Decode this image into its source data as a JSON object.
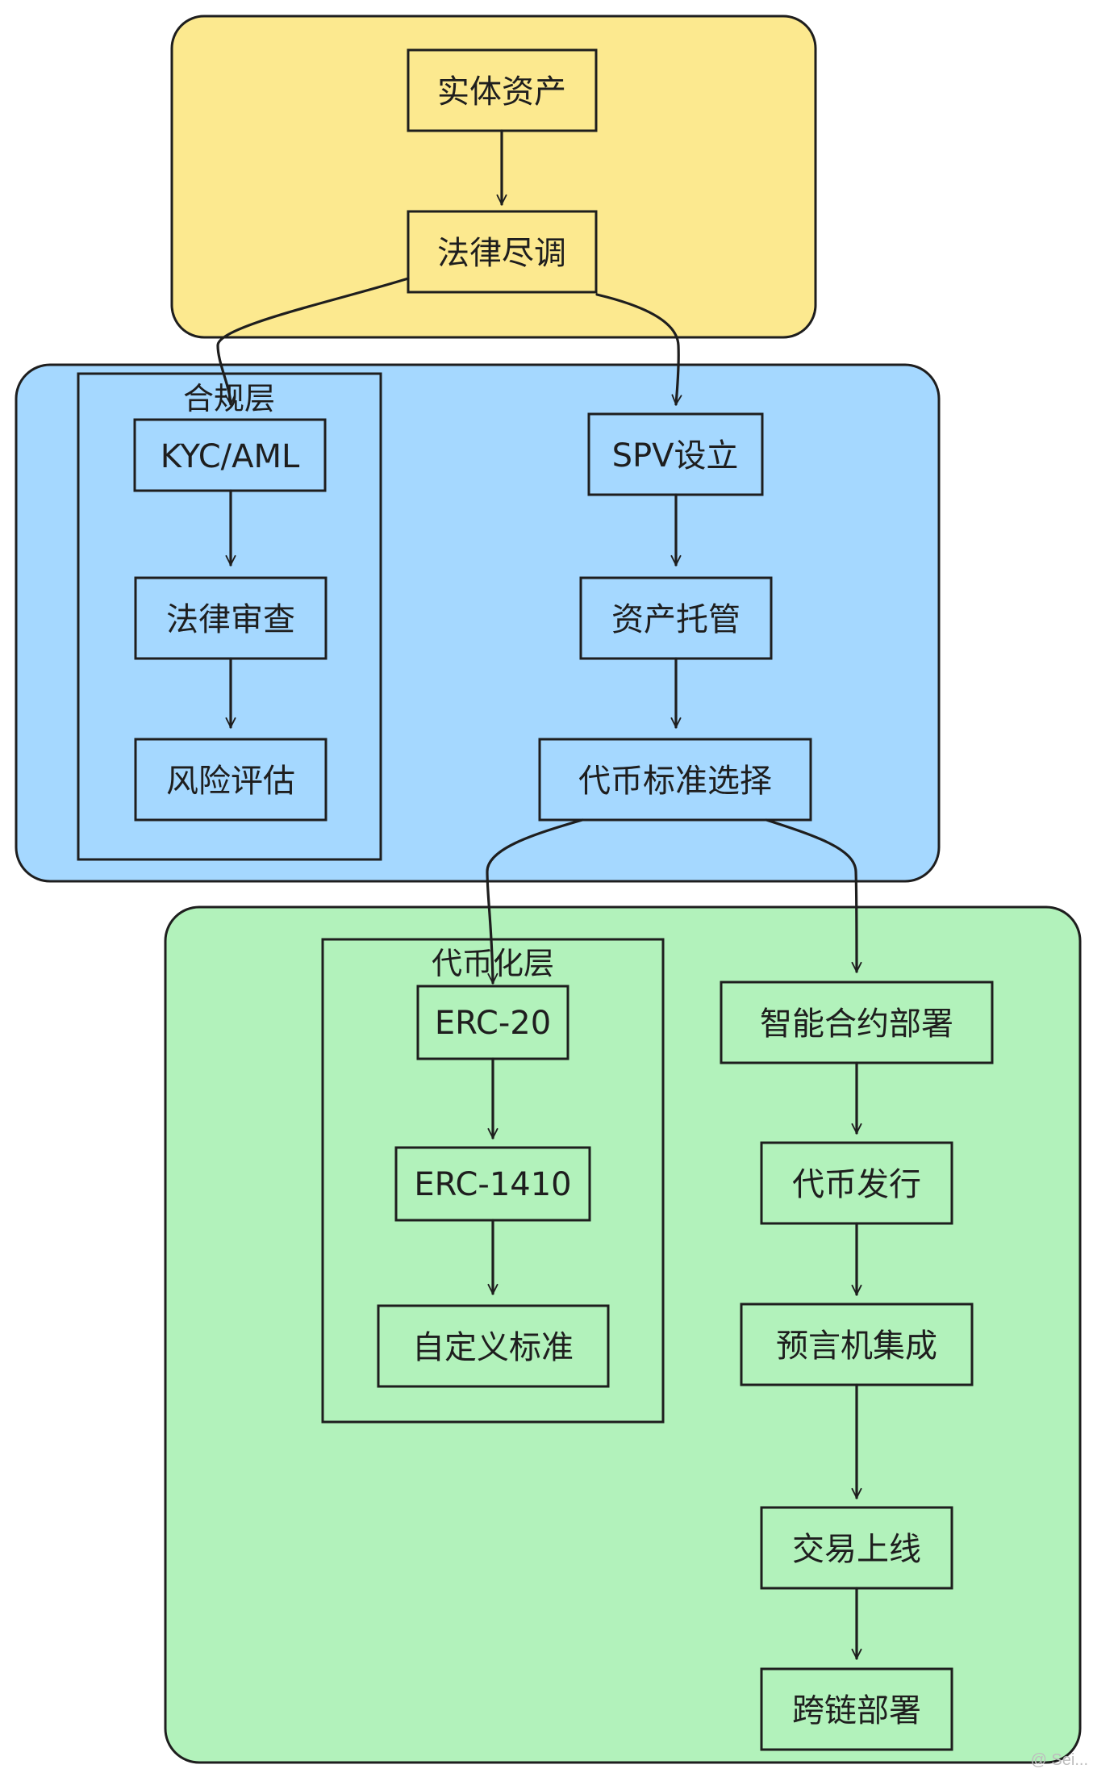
{
  "colors": {
    "asset_group": "#fce98f",
    "compliance_group": "#a5d8ff",
    "token_group": "#b2f2bb",
    "stroke": "#1e1e1e"
  },
  "subgraphs": {
    "compliance": {
      "label": "合规层"
    },
    "tokenization": {
      "label": "代币化层"
    }
  },
  "nodes": {
    "asset": "实体资产",
    "legal_dd": "法律尽调",
    "kyc": "KYC/AML",
    "legal_review": "法律审查",
    "risk": "风险评估",
    "spv": "SPV设立",
    "custody": "资产托管",
    "token_std": "代币标准选择",
    "erc20": "ERC-20",
    "erc1410": "ERC-1410",
    "custom_std": "自定义标准",
    "contract_deploy": "智能合约部署",
    "token_issue": "代币发行",
    "oracle": "预言机集成",
    "listing": "交易上线",
    "crosschain": "跨链部署"
  },
  "watermark": "@ Sei..."
}
